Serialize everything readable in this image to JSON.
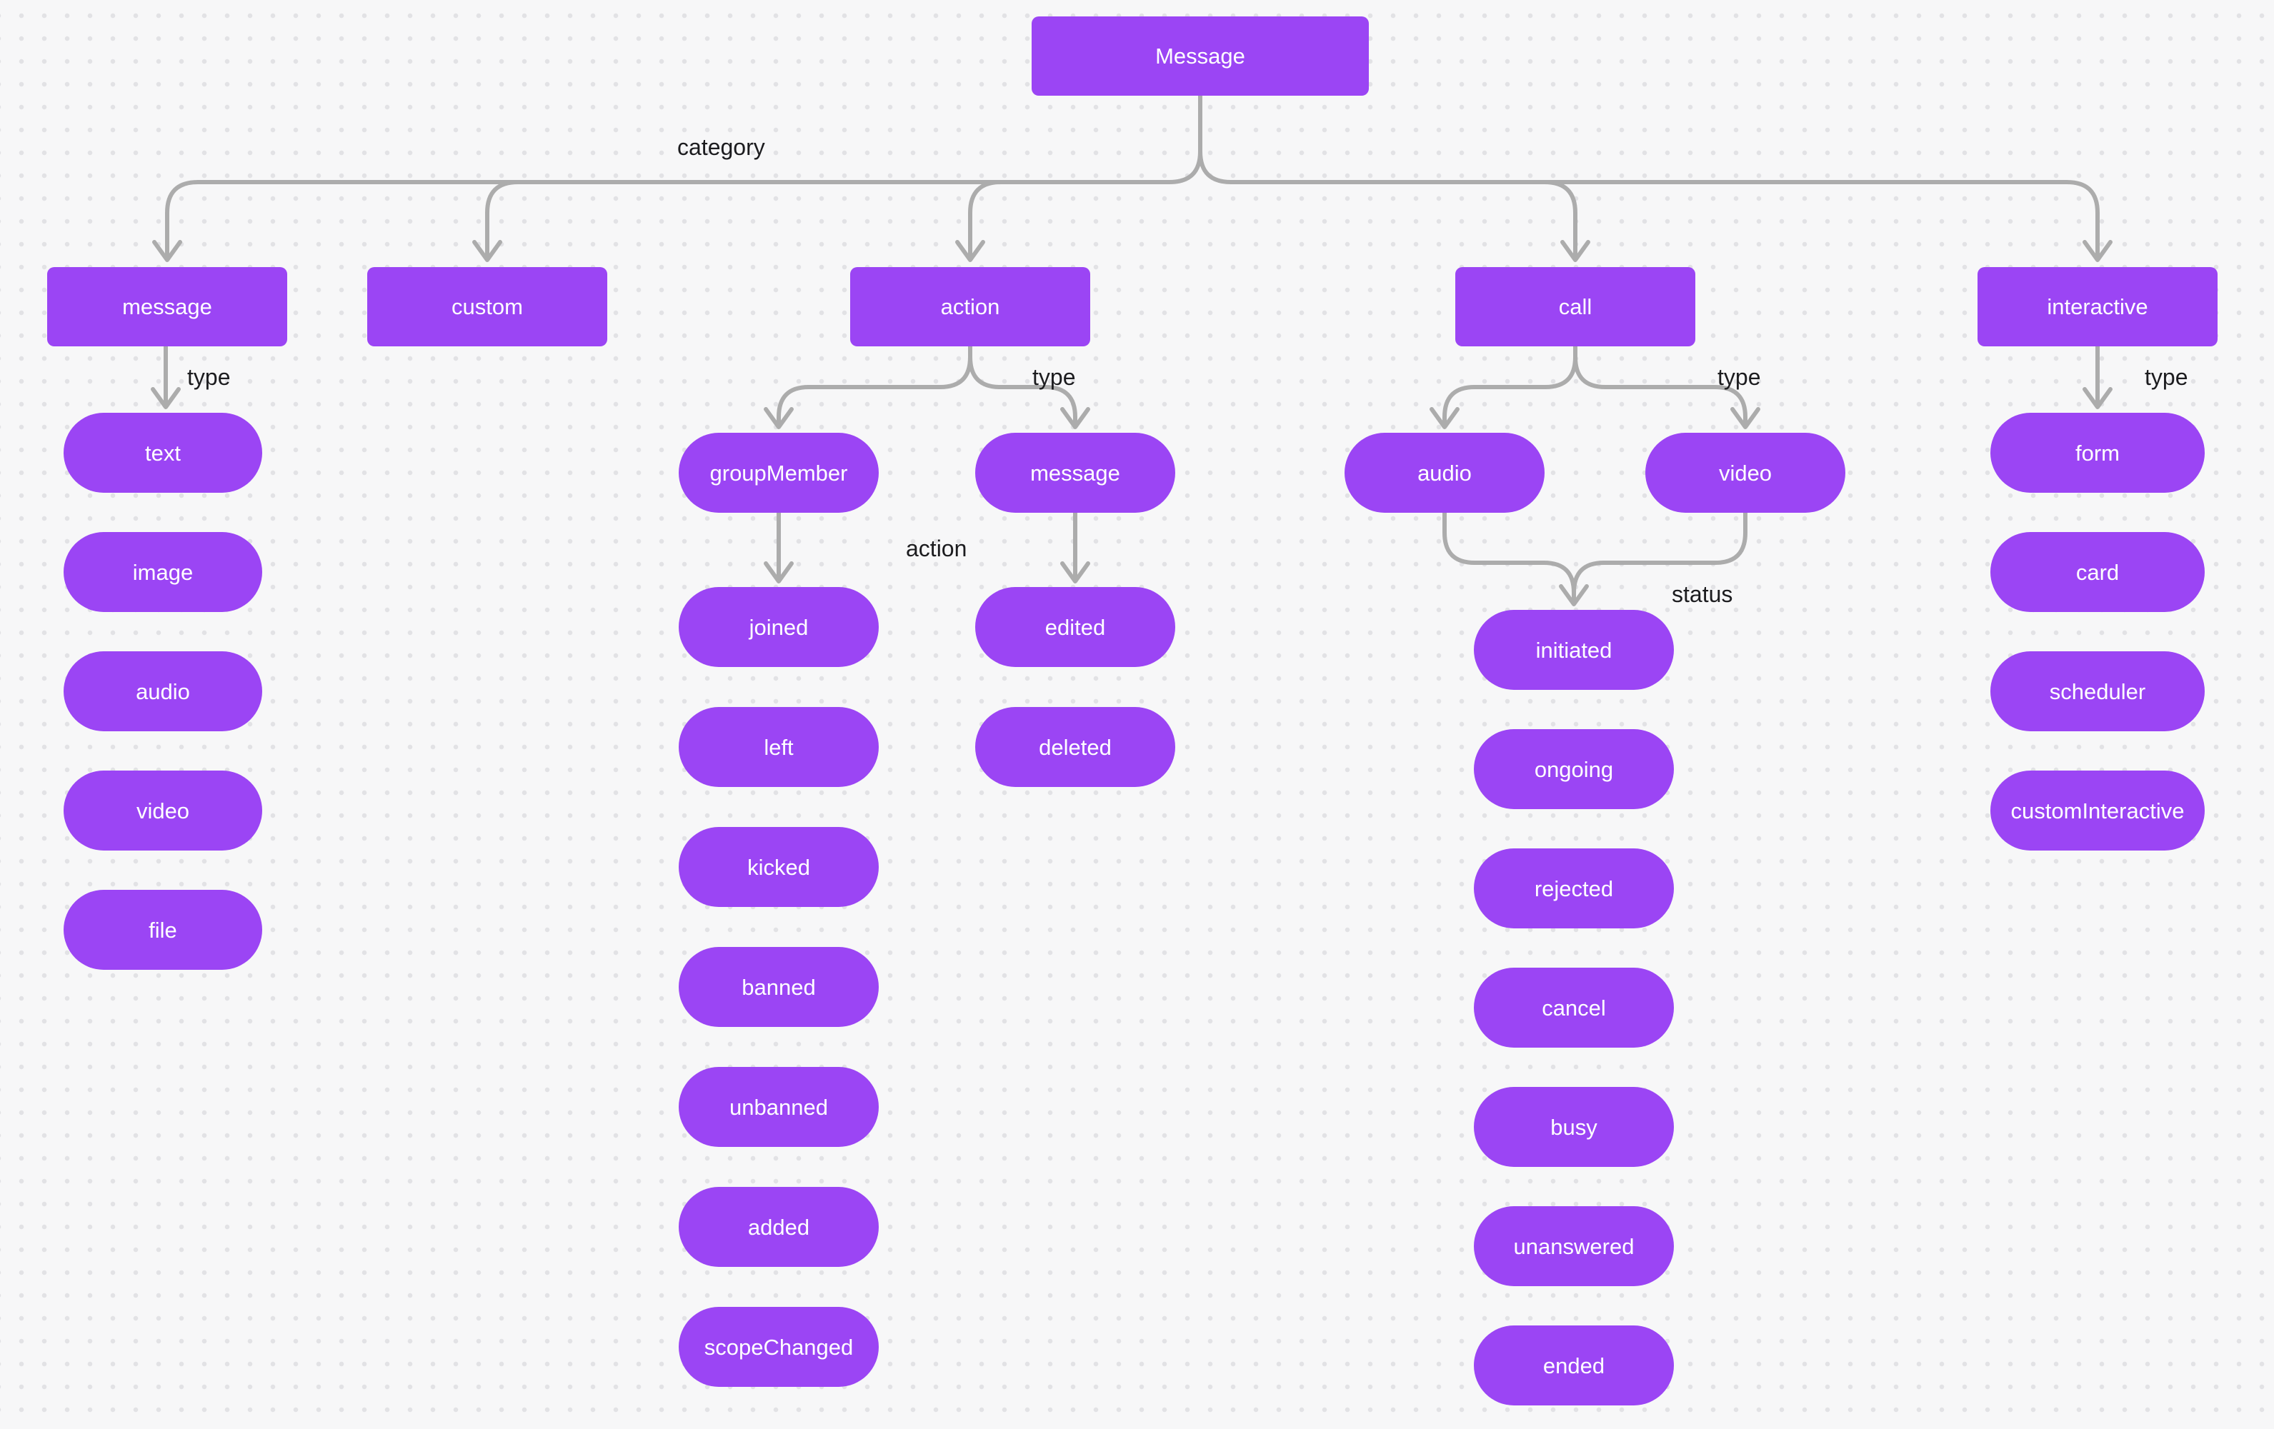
{
  "diagram": {
    "root_label": "Message",
    "root_edge_label": "category",
    "colors": {
      "node_fill": "#9B45F4",
      "node_text": "#FFFFFF",
      "connector": "#ACACAC",
      "edge_label_text": "#1C1C1F",
      "background": "#F7F7F8",
      "grid_dot": "#E2E2E5"
    },
    "categories": [
      {
        "label": "message",
        "edge": "type",
        "children": [
          {
            "label": "text"
          },
          {
            "label": "image"
          },
          {
            "label": "audio"
          },
          {
            "label": "video"
          },
          {
            "label": "file"
          }
        ]
      },
      {
        "label": "custom",
        "children": []
      },
      {
        "label": "action",
        "edge": "type",
        "children": [
          {
            "label": "groupMember",
            "edge": "action",
            "children": [
              {
                "label": "joined"
              },
              {
                "label": "left"
              },
              {
                "label": "kicked"
              },
              {
                "label": "banned"
              },
              {
                "label": "unbanned"
              },
              {
                "label": "added"
              },
              {
                "label": "scopeChanged"
              }
            ]
          },
          {
            "label": "message",
            "children": [
              {
                "label": "edited"
              },
              {
                "label": "deleted"
              }
            ]
          }
        ]
      },
      {
        "label": "call",
        "edge": "type",
        "merge_edge": "status",
        "children": [
          {
            "label": "audio"
          },
          {
            "label": "video"
          }
        ],
        "statuses": [
          {
            "label": "initiated"
          },
          {
            "label": "ongoing"
          },
          {
            "label": "rejected"
          },
          {
            "label": "cancel"
          },
          {
            "label": "busy"
          },
          {
            "label": "unanswered"
          },
          {
            "label": "ended"
          }
        ]
      },
      {
        "label": "interactive",
        "edge": "type",
        "children": [
          {
            "label": "form"
          },
          {
            "label": "card"
          },
          {
            "label": "scheduler"
          },
          {
            "label": "customInteractive"
          }
        ]
      }
    ]
  }
}
